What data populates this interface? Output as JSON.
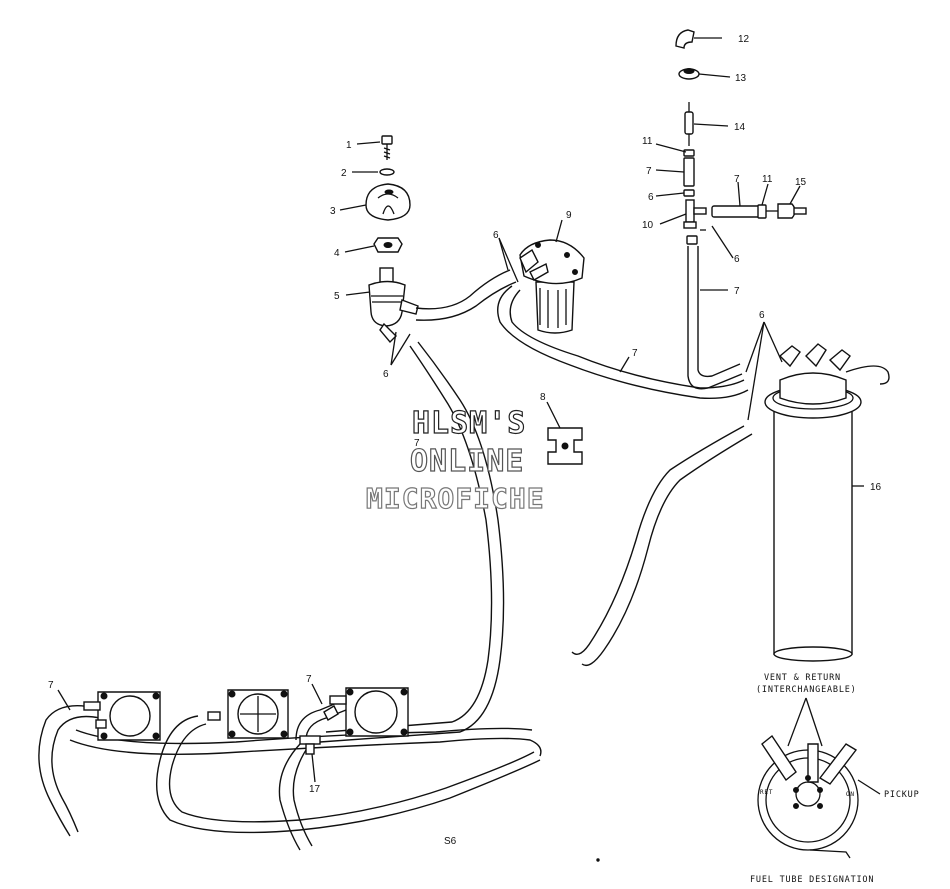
{
  "callouts": {
    "c1": "1",
    "c2": "2",
    "c3": "3",
    "c4": "4",
    "c5": "5",
    "c6a": "6",
    "c6b": "6",
    "c6c": "6",
    "c6d": "6",
    "c6e": "6",
    "c7a": "7",
    "c7b": "7",
    "c7c": "7",
    "c7d": "7",
    "c7e": "7",
    "c7f": "7",
    "c7g": "7",
    "c8": "8",
    "c9": "9",
    "c10": "10",
    "c11a": "11",
    "c11b": "11",
    "c12": "12",
    "c13": "13",
    "c14": "14",
    "c15": "15",
    "c16": "16",
    "c17": "17"
  },
  "inset": {
    "title_line1": "VENT & RETURN",
    "title_line2": "(INTERCHANGEABLE)",
    "pickup_label": "PICKUP",
    "caption": "FUEL TUBE DESIGNATION",
    "ret_mark": "RET",
    "on_mark": "ON"
  },
  "watermark": {
    "line1": "HLSM'S",
    "line2": "ONLINE",
    "line3": "MICROFICHE"
  },
  "page_mark": "S6"
}
